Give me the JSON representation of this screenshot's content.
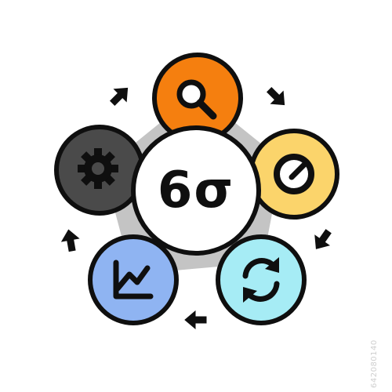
{
  "center": {
    "label": "6σ"
  },
  "stock_id": "642080140",
  "nodes": [
    {
      "name": "search-node",
      "icon": "search-icon",
      "color": "#f57f0f"
    },
    {
      "name": "gauge-node",
      "icon": "gauge-icon",
      "color": "#fbd46b"
    },
    {
      "name": "refresh-node",
      "icon": "refresh-icon",
      "color": "#a6ecf5"
    },
    {
      "name": "decline-chart-node",
      "icon": "decline-chart-icon",
      "color": "#8fb4f2"
    },
    {
      "name": "settings-node",
      "icon": "gear-icon",
      "color": "#4a4a4a"
    }
  ],
  "colors": {
    "ring": "#c4c4c4",
    "outline": "#0f0f0f",
    "center_fill": "#ffffff"
  }
}
